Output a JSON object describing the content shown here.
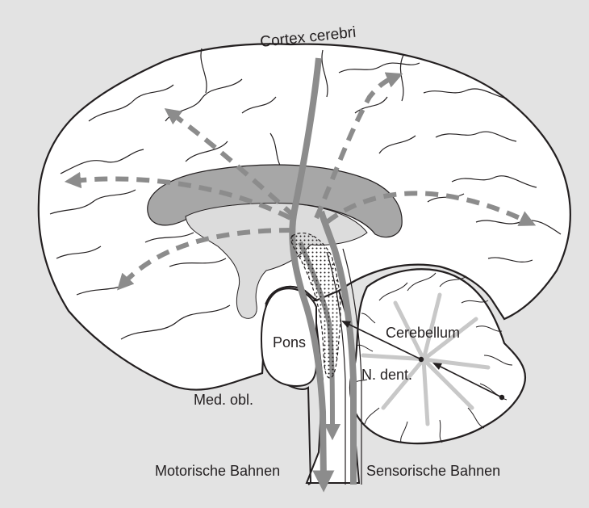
{
  "labels": {
    "cortex": "Cortex cerebri",
    "cerebellum": "Cerebellum",
    "pons": "Pons",
    "n_dent": "N. dent.",
    "med_obl": "Med. obl.",
    "motor": "Motorische Bahnen",
    "sensory": "Sensorische Bahnen"
  },
  "colors": {
    "panel_background": "#e3e3e3",
    "brain_fill": "#ffffff",
    "outline": "#231f20",
    "pathway_gray": "#8c8c8c",
    "ventricle_dark": "#a7a7a7",
    "ventricle_light": "#dcdcdc"
  },
  "icons": {
    "arrows": "gray-arrow-icon",
    "dashed_arrows": "dashed-projection-arrow-icon"
  }
}
